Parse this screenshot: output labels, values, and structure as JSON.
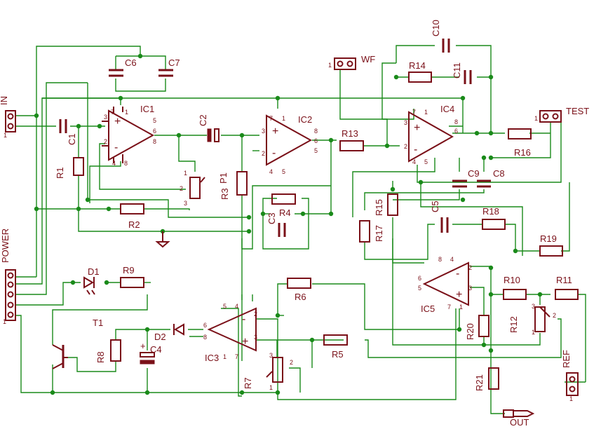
{
  "colors": {
    "wire": "#1a8a1a",
    "component": "#7a1018",
    "background": "#ffffff"
  },
  "labels": {
    "in": "IN",
    "power": "POWER",
    "wf": "WF",
    "test": "TEST",
    "ref": "REF",
    "out": "OUT",
    "ic1": "IC1",
    "ic2": "IC2",
    "ic3": "IC3",
    "ic4": "IC4",
    "ic5": "IC5",
    "c1": "C1",
    "c2": "C2",
    "c3": "C3",
    "c4": "C4",
    "c5": "C5",
    "c6": "C6",
    "c7": "C7",
    "c8": "C8",
    "c9": "C9",
    "c10": "C10",
    "c11": "C11",
    "r1": "R1",
    "r2": "R2",
    "r3": "R3",
    "r4": "R4",
    "r5": "R5",
    "r6": "R6",
    "r7": "R7",
    "r8": "R8",
    "r9": "R9",
    "r10": "R10",
    "r11": "R11",
    "r12": "R12",
    "r13": "R13",
    "r14": "R14",
    "r15": "R15",
    "r16": "R16",
    "r17": "R17",
    "r18": "R18",
    "r19": "R19",
    "r20": "R20",
    "r21": "R21",
    "p1": "P1",
    "d1": "D1",
    "d2": "D2",
    "t1": "T1",
    "pin1": "1",
    "pin2": "2",
    "pin3": "3",
    "pin4": "4",
    "pin5": "5",
    "pin6": "6",
    "pin7": "7",
    "pin8": "8"
  }
}
